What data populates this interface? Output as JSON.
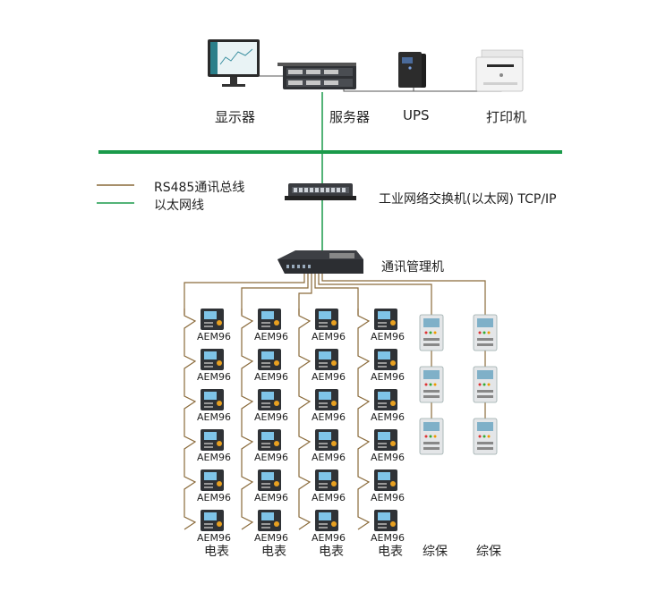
{
  "devices": {
    "monitor": "显示器",
    "server": "服务器",
    "ups": "UPS",
    "printer": "打印机"
  },
  "legend": {
    "rs485": "RS485通讯总线",
    "ethernet": "以太网线"
  },
  "switch_label": "工业网络交换机(以太网) TCP/IP",
  "gateway_label": "通讯管理机",
  "meter_columns": [
    {
      "label": "电表",
      "meters": [
        "AEM96",
        "AEM96",
        "AEM96",
        "AEM96",
        "AEM96",
        "AEM96"
      ]
    },
    {
      "label": "电表",
      "meters": [
        "AEM96",
        "AEM96",
        "AEM96",
        "AEM96",
        "AEM96",
        "AEM96"
      ]
    },
    {
      "label": "电表",
      "meters": [
        "AEM96",
        "AEM96",
        "AEM96",
        "AEM96",
        "AEM96",
        "AEM96"
      ]
    },
    {
      "label": "电表",
      "meters": [
        "AEM96",
        "AEM96",
        "AEM96",
        "AEM96",
        "AEM96",
        "AEM96"
      ]
    }
  ],
  "protection_columns": [
    {
      "label": "综保"
    },
    {
      "label": "综保"
    }
  ],
  "colors": {
    "ethernet": "#1a9a4a",
    "rs485": "#8a6a3a"
  }
}
